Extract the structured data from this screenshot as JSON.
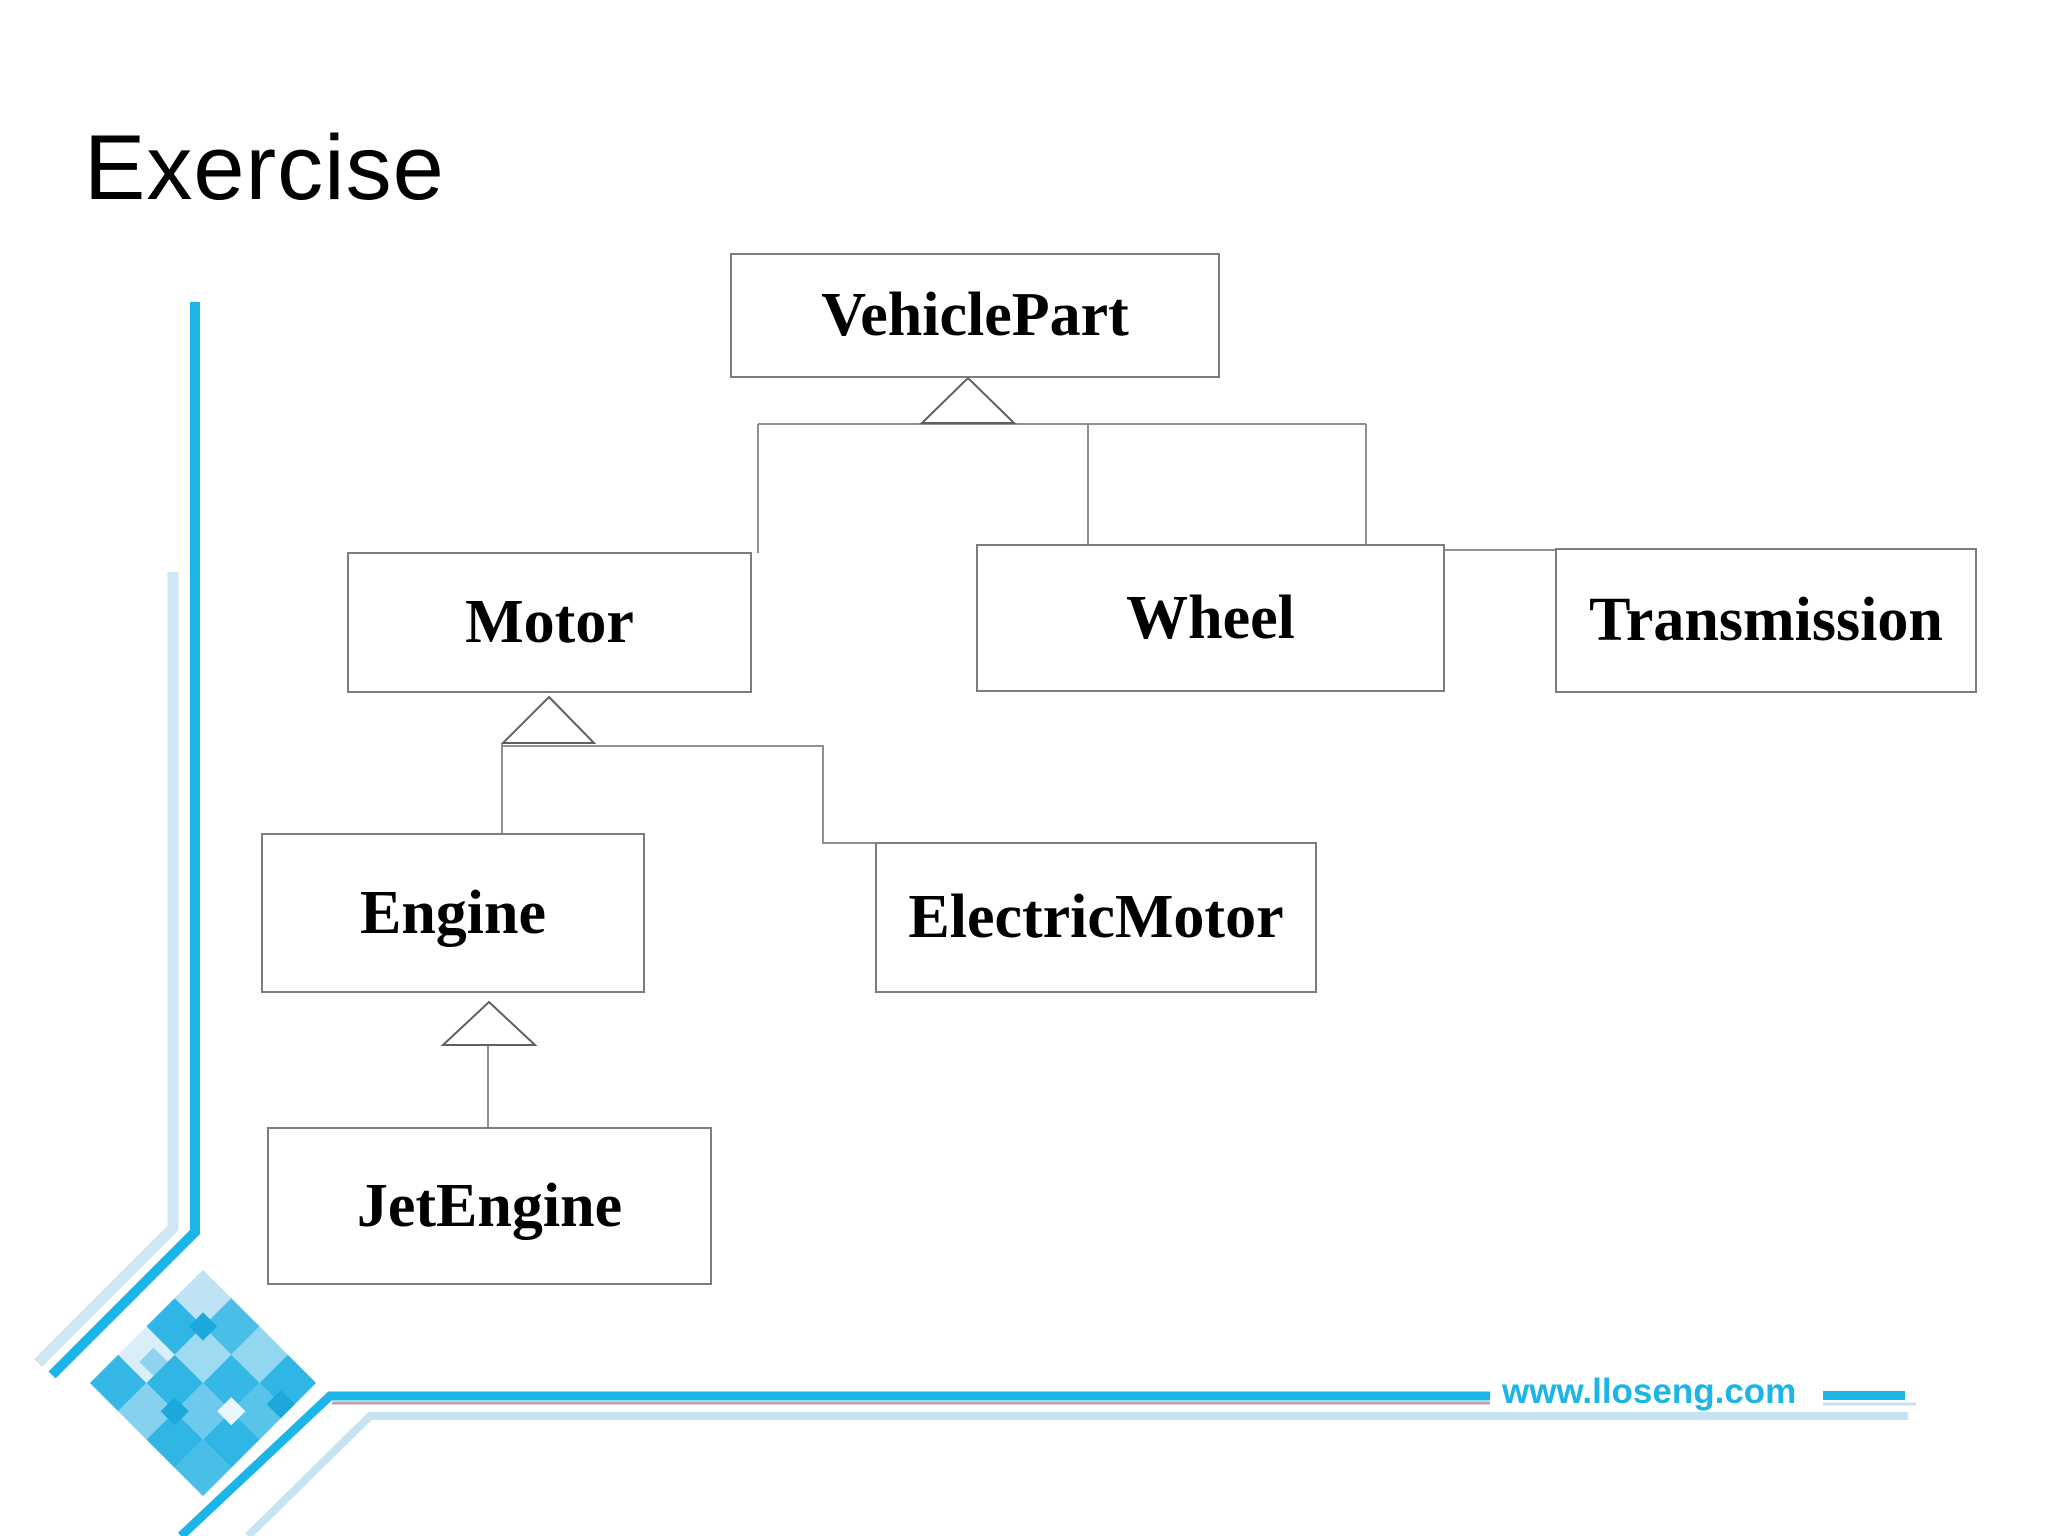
{
  "title": "Exercise",
  "diagram": {
    "type": "uml-class-inheritance",
    "nodes": [
      {
        "id": "vehiclepart",
        "label": "VehiclePart"
      },
      {
        "id": "motor",
        "label": "Motor"
      },
      {
        "id": "wheel",
        "label": "Wheel"
      },
      {
        "id": "transmission",
        "label": "Transmission"
      },
      {
        "id": "engine",
        "label": "Engine"
      },
      {
        "id": "electricmotor",
        "label": "ElectricMotor"
      },
      {
        "id": "jetengine",
        "label": "JetEngine"
      }
    ],
    "edges": [
      {
        "from": "Motor",
        "to": "VehiclePart",
        "type": "generalization"
      },
      {
        "from": "Wheel",
        "to": "VehiclePart",
        "type": "generalization"
      },
      {
        "from": "Transmission",
        "to": "VehiclePart",
        "type": "generalization"
      },
      {
        "from": "Engine",
        "to": "Motor",
        "type": "generalization"
      },
      {
        "from": "ElectricMotor",
        "to": "Motor",
        "type": "generalization"
      },
      {
        "from": "JetEngine",
        "to": "Engine",
        "type": "generalization"
      }
    ]
  },
  "footer": {
    "url": "www.lloseng.com"
  },
  "colors": {
    "accent_cyan": "#1cb5e8",
    "pale_blue": "#cfe7f5",
    "pale_blue_line": "#c7e3f3",
    "mauve_line": "#bf9fa3",
    "box_border": "#7d7d7d",
    "connector": "#8f8f8f",
    "text": "#000000"
  }
}
